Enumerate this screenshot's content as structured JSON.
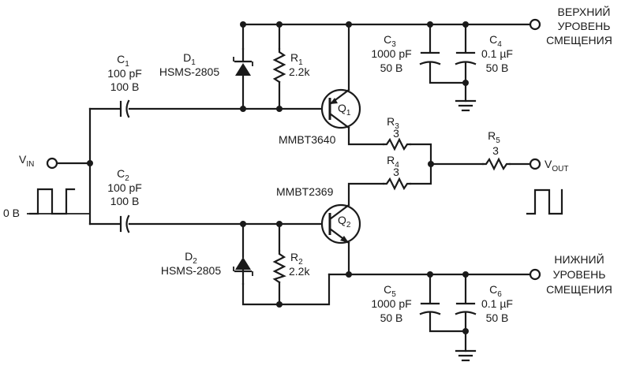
{
  "inputs": {
    "vin_main": "V",
    "vin_sub": "IN",
    "zero": "0 B"
  },
  "output": {
    "vout_main": "V",
    "vout_sub": "OUT"
  },
  "bias": {
    "upper": [
      "ВЕРХНИЙ",
      "УРОВЕНЬ",
      "СМЕЩЕНИЯ"
    ],
    "lower": [
      "НИЖНИЙ",
      "УРОВЕНЬ",
      "СМЕЩЕНИЯ"
    ]
  },
  "components": {
    "c1": {
      "ref": "C",
      "sub": "1",
      "value": "100 pF",
      "rating": "100 B"
    },
    "c2": {
      "ref": "C",
      "sub": "2",
      "value": "100 pF",
      "rating": "100 B"
    },
    "c3": {
      "ref": "C",
      "sub": "3",
      "value": "1000 pF",
      "rating": "50 B"
    },
    "c4": {
      "ref": "C",
      "sub": "4",
      "value": "0.1 µF",
      "rating": "50 B"
    },
    "c5": {
      "ref": "C",
      "sub": "5",
      "value": "1000 pF",
      "rating": "50 B"
    },
    "c6": {
      "ref": "C",
      "sub": "6",
      "value": "0.1 µF",
      "rating": "50 B"
    },
    "d1": {
      "ref": "D",
      "sub": "1",
      "part": "HSMS-2805"
    },
    "d2": {
      "ref": "D",
      "sub": "2",
      "part": "HSMS-2805"
    },
    "r1": {
      "ref": "R",
      "sub": "1",
      "value": "2.2k"
    },
    "r2": {
      "ref": "R",
      "sub": "2",
      "value": "2.2k"
    },
    "r3": {
      "ref": "R",
      "sub": "3",
      "value": "3"
    },
    "r4": {
      "ref": "R",
      "sub": "4",
      "value": "3"
    },
    "r5": {
      "ref": "R",
      "sub": "5",
      "value": "3"
    },
    "q1": {
      "ref": "Q",
      "sub": "1",
      "part": "MMBT3640"
    },
    "q2": {
      "ref": "Q",
      "sub": "2",
      "part": "MMBT2369"
    }
  }
}
